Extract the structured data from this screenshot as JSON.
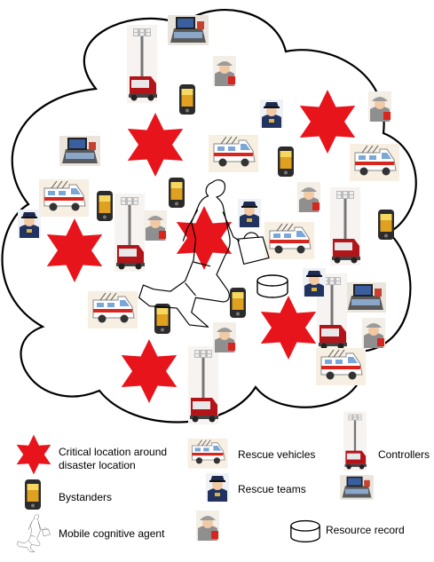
{
  "colors": {
    "star": "#e8141c",
    "outline": "#000000",
    "vehicle_body": "#ffffff",
    "vehicle_stripe": "#d8261e",
    "truck_red": "#b3141a",
    "phone_dark": "#2b2b2b",
    "phone_screen": "#e0a020",
    "police_blue": "#23335f",
    "skin": "#f1c9a5",
    "firefighter_grey": "#8f8f8f",
    "controller_screen": "#3a5fa0"
  },
  "icons": {
    "critical_location": "red-star-icon",
    "bystander": "mobile-phone-icon",
    "agent": "walking-woman-outline-icon",
    "vehicle": "ambulance-van-icon",
    "rescue_team": "police-officer-icon",
    "rescue_team_alt": "firefighter-icon",
    "controller": "light-tower-truck-icon",
    "controller_alt": "command-console-icon",
    "resource_record": "database-cylinder-icon"
  },
  "legend": {
    "critical_location": "Critical location around\ndisaster location",
    "bystanders": "Bystanders",
    "mobile_agent": "Mobile cognitive agent",
    "rescue_vehicles": "Rescue vehicles",
    "rescue_teams": "Rescue teams",
    "controllers": "Controllers",
    "resource_record": "Resource record"
  }
}
